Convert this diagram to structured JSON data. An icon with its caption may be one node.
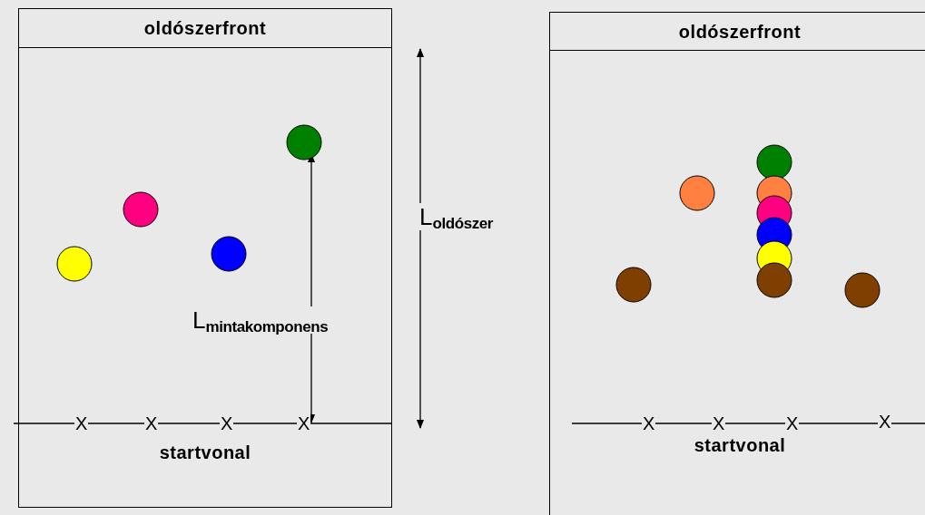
{
  "diagram": {
    "nodes": [
      {
        "text": [
          "oldószerfront",
          "startvonal"
        ]
      },
      {
        "text": [
          "oldószerfront",
          "startvonal"
        ]
      }
    ],
    "labels": [
      "L$_{mintakomponens}$",
      "L$_{oldószer}$",
      "X",
      "X",
      "X",
      "X",
      "X",
      "X",
      "X",
      "X"
    ]
  }
}
